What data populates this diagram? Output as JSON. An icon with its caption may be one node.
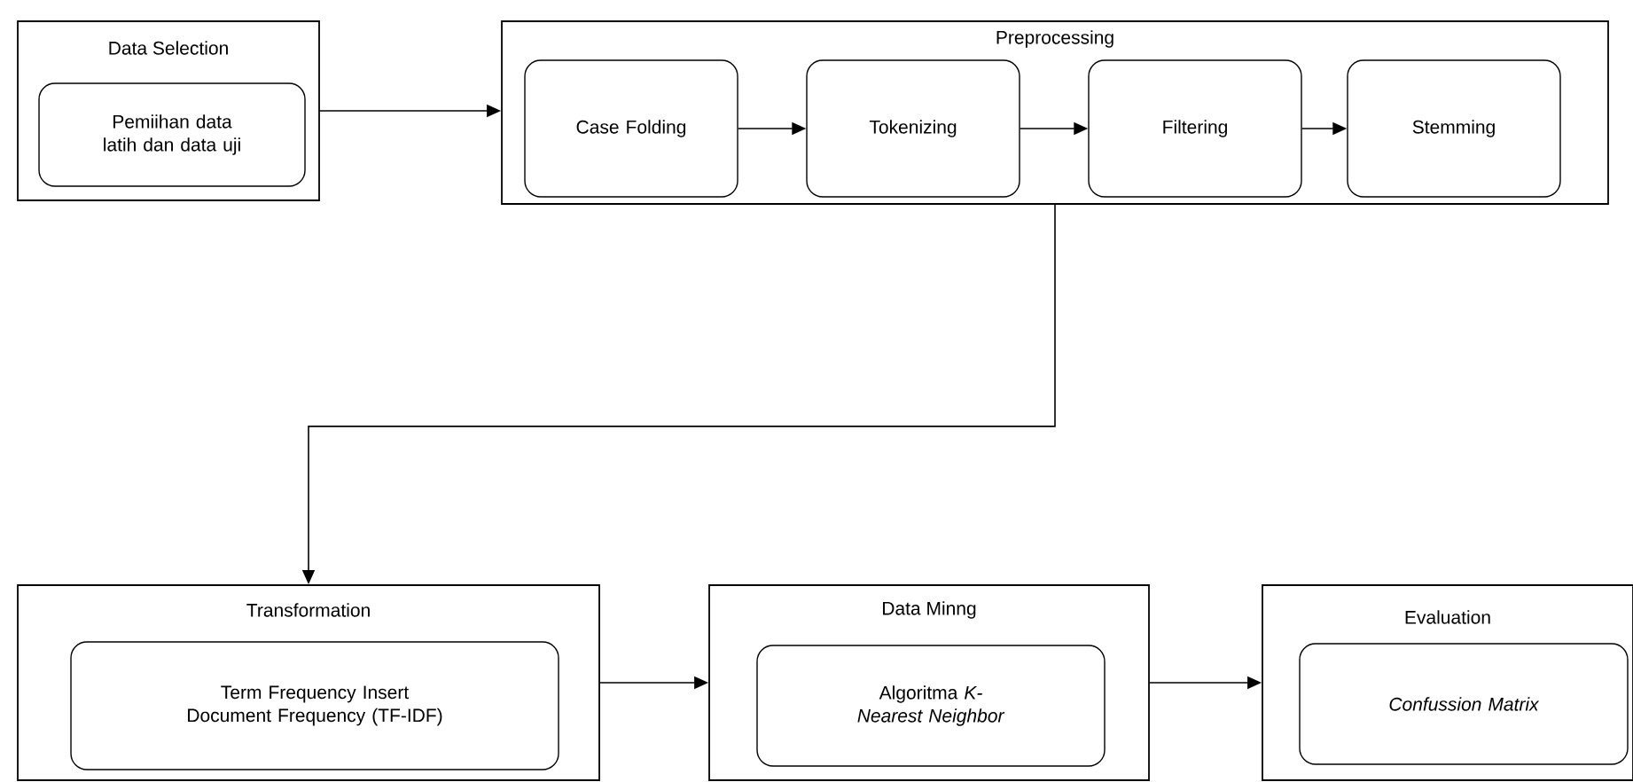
{
  "diagram": {
    "nodes": [
      {
        "text": [
          "Data Selection"
        ]
      },
      {
        "text": [
          "Pemiihan data latih dan data uji"
        ],
        "in": 0
      },
      {
        "text": [
          "Preprocessing"
        ]
      },
      {
        "text": [
          "Case Folding"
        ],
        "in": 2
      },
      {
        "text": [
          "Tokenizing"
        ],
        "in": 2
      },
      {
        "text": [
          "Filtering"
        ],
        "in": 2
      },
      {
        "text": [
          "Stemming"
        ],
        "in": 2
      },
      {
        "text": [
          "Transformation"
        ]
      },
      {
        "text": [
          "Term Frequency Insert Document Frequency (TF-IDF)"
        ],
        "in": 7
      },
      {
        "text": [
          "Data Minng"
        ]
      },
      {
        "text": [
          "Algoritma *K-Nearest Neighbor*"
        ],
        "in": 9
      },
      {
        "text": [
          "Evaluation"
        ]
      },
      {
        "text": [
          "Confussion Matrix"
        ],
        "in": 11
      }
    ],
    "edges": [
      {
        "from": 0,
        "to": 2,
        "arrow": "to"
      },
      {
        "from": 3,
        "to": 4,
        "arrow": "to"
      },
      {
        "from": 4,
        "to": 5,
        "arrow": "to"
      },
      {
        "from": 5,
        "to": 6,
        "arrow": "to"
      },
      {
        "from": 2,
        "to": 7,
        "arrow": "to"
      },
      {
        "from": 7,
        "to": 9,
        "arrow": "to"
      },
      {
        "from": 9,
        "to": 11,
        "arrow": "to"
      }
    ]
  }
}
